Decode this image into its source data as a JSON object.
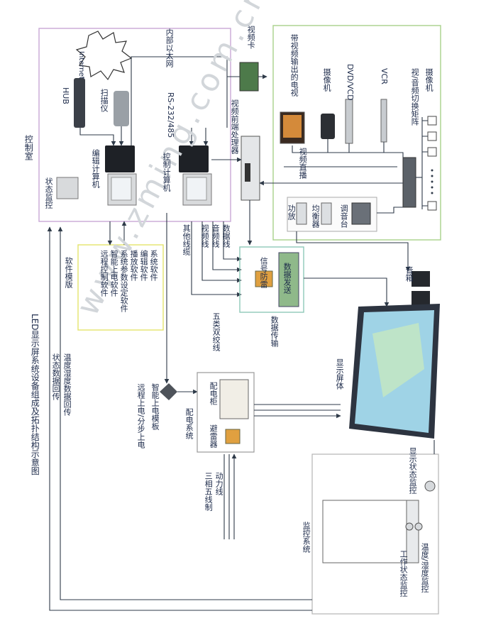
{
  "control_room": {
    "title": "控制室",
    "internet": "Internet",
    "hub": "HUB",
    "scanner": "扫描仪",
    "ethernet": "内部以太网",
    "rs232": "RS-232/485",
    "edit_pc": "编辑计算机",
    "control_pc": "控制计算机",
    "status_monitor": "状态监控"
  },
  "video_card": "视频卡",
  "video_processor": "视频前端处理器",
  "sources": {
    "cable_tv": "带视频输出的电视",
    "camcorder": "摄像机",
    "dvd": "DVD/VCD",
    "vcr": "VCR",
    "camera": "摄像机",
    "matrix": "视/音频切换矩阵",
    "tv_direct": "视频直播",
    "mixer": "调音台",
    "equalizer": "均衡器",
    "amplifier": "功放"
  },
  "speaker": "音箱",
  "software": {
    "items": [
      "系统软件",
      "编辑软件",
      "播放软件",
      "系统参数设定软件",
      "智能上电软件",
      "远程控制软件"
    ],
    "module": "软件模版"
  },
  "cables": {
    "data": "数据线",
    "audio": "音频线",
    "video": "视频线",
    "other": "其他线缆",
    "twisted_pair": "五类双绞线"
  },
  "signal": {
    "data_sender": "数据发送",
    "lightning": "信号防雷",
    "transmission": "数据传输"
  },
  "display": "显示屏体",
  "smart_power": {
    "board": "智能上电模板",
    "remote": "远程上电/分步上电"
  },
  "power": {
    "cabinet": "配电柜",
    "breaker": "避雷器",
    "system": "配电系统",
    "line1": "动力线",
    "line2": "三相五线制"
  },
  "monitoring": {
    "display_status": "显示状态监控",
    "temp": "温度/湿度监控",
    "work": "工作状态监控",
    "system": "监控系统"
  },
  "feedback": {
    "f1": "温度湿度数据回传",
    "f2": "状态数据回传"
  },
  "caption": "LED显示屏系统设备组成及拓扑结构示意图",
  "watermark": "www.zming.com.cn",
  "colors": {
    "control_border": "#c9a7d6",
    "source_border": "#a8d18a",
    "software_border": "#e3e36c",
    "signal_border": "#8fc9b8",
    "monitor_border": "#b5b5b5",
    "line": "#2e3a48"
  }
}
